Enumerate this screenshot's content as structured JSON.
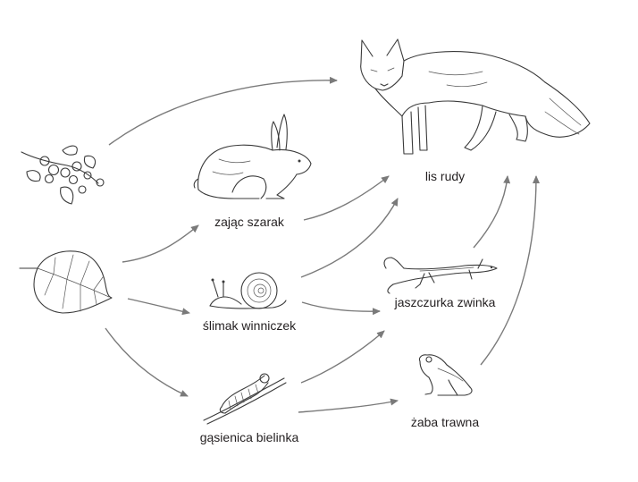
{
  "nodes": {
    "lis_rudy": {
      "label": "lis rudy",
      "icon": "fox-icon"
    },
    "zajac": {
      "label": "zając szarak",
      "icon": "hare-icon"
    },
    "slimak": {
      "label": "ślimak winniczek",
      "icon": "snail-icon"
    },
    "gasienica": {
      "label": "gąsienica bielinka",
      "icon": "caterpillar-icon"
    },
    "jaszczurka": {
      "label": "jaszczurka zwinka",
      "icon": "lizard-icon"
    },
    "zaba": {
      "label": "żaba trawna",
      "icon": "frog-icon"
    },
    "jagody": {
      "icon": "berries-icon"
    },
    "lisc": {
      "icon": "leaf-icon"
    }
  },
  "colors": {
    "arrow": "#7a7a7a",
    "ink": "#3a3a3a",
    "text": "#231f20"
  }
}
